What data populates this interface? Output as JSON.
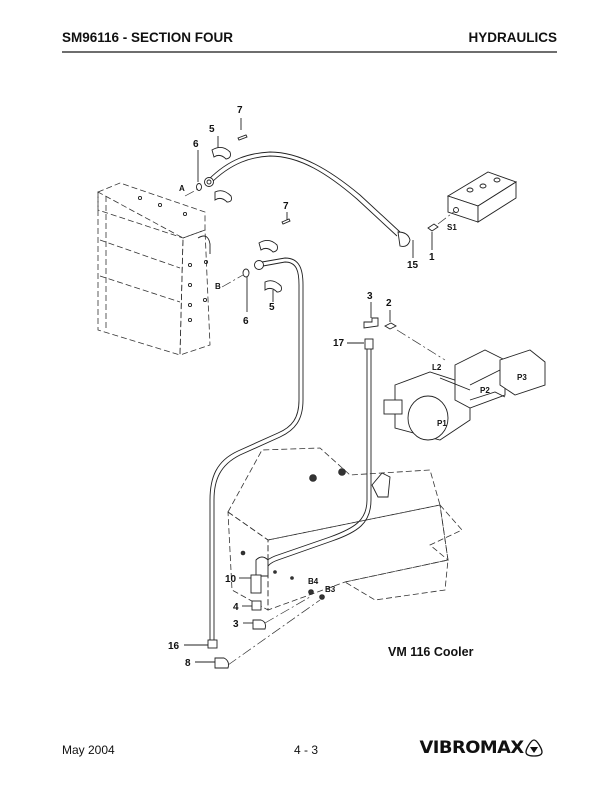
{
  "header": {
    "doc_section": "SM96116 - SECTION FOUR",
    "topic": "HYDRAULICS"
  },
  "figure": {
    "caption": "VM 116 Cooler",
    "callouts": {
      "c7a": "7",
      "c5a": "5",
      "c6a": "6",
      "portA": "A",
      "c7b": "7",
      "portB": "B",
      "c6b": "6",
      "c5b": "5",
      "c15": "15",
      "c1": "1",
      "portS1": "S1",
      "c3a": "3",
      "c2": "2",
      "c17": "17",
      "portL2": "L2",
      "portP1": "P1",
      "portP2": "P2",
      "portP3": "P3",
      "c10": "10",
      "c4": "4",
      "c3b": "3",
      "portB4": "B4",
      "portB3": "B3",
      "c16": "16",
      "c8": "8"
    }
  },
  "footer": {
    "date": "May 2004",
    "page": "4 - 3",
    "brand": "VIBROMAX"
  }
}
